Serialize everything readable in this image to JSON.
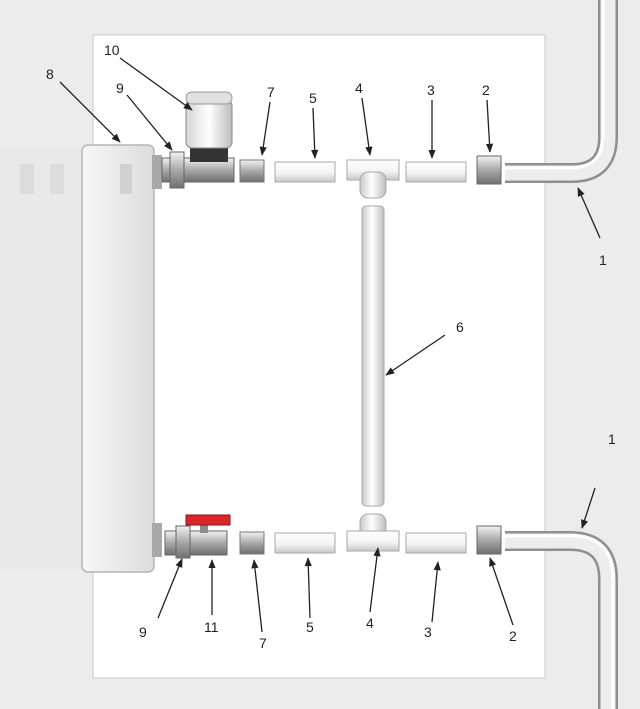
{
  "labels": {
    "l1_top": "1",
    "l1_bot": "1",
    "l2_top": "2",
    "l2_bot": "2",
    "l3_top": "3",
    "l3_bot": "3",
    "l4_top": "4",
    "l4_bot": "4",
    "l5_top": "5",
    "l5_bot": "5",
    "l6": "6",
    "l7_top": "7",
    "l7_bot": "7",
    "l8": "8",
    "l9_top": "9",
    "l9_bot": "9",
    "l10": "10",
    "l11": "11"
  },
  "colors": {
    "background": "#ececec",
    "board": "#ffffff",
    "pipe": "#d8d8d8",
    "valve_handle": "#d8262b",
    "brass": "#b9b9b9"
  }
}
